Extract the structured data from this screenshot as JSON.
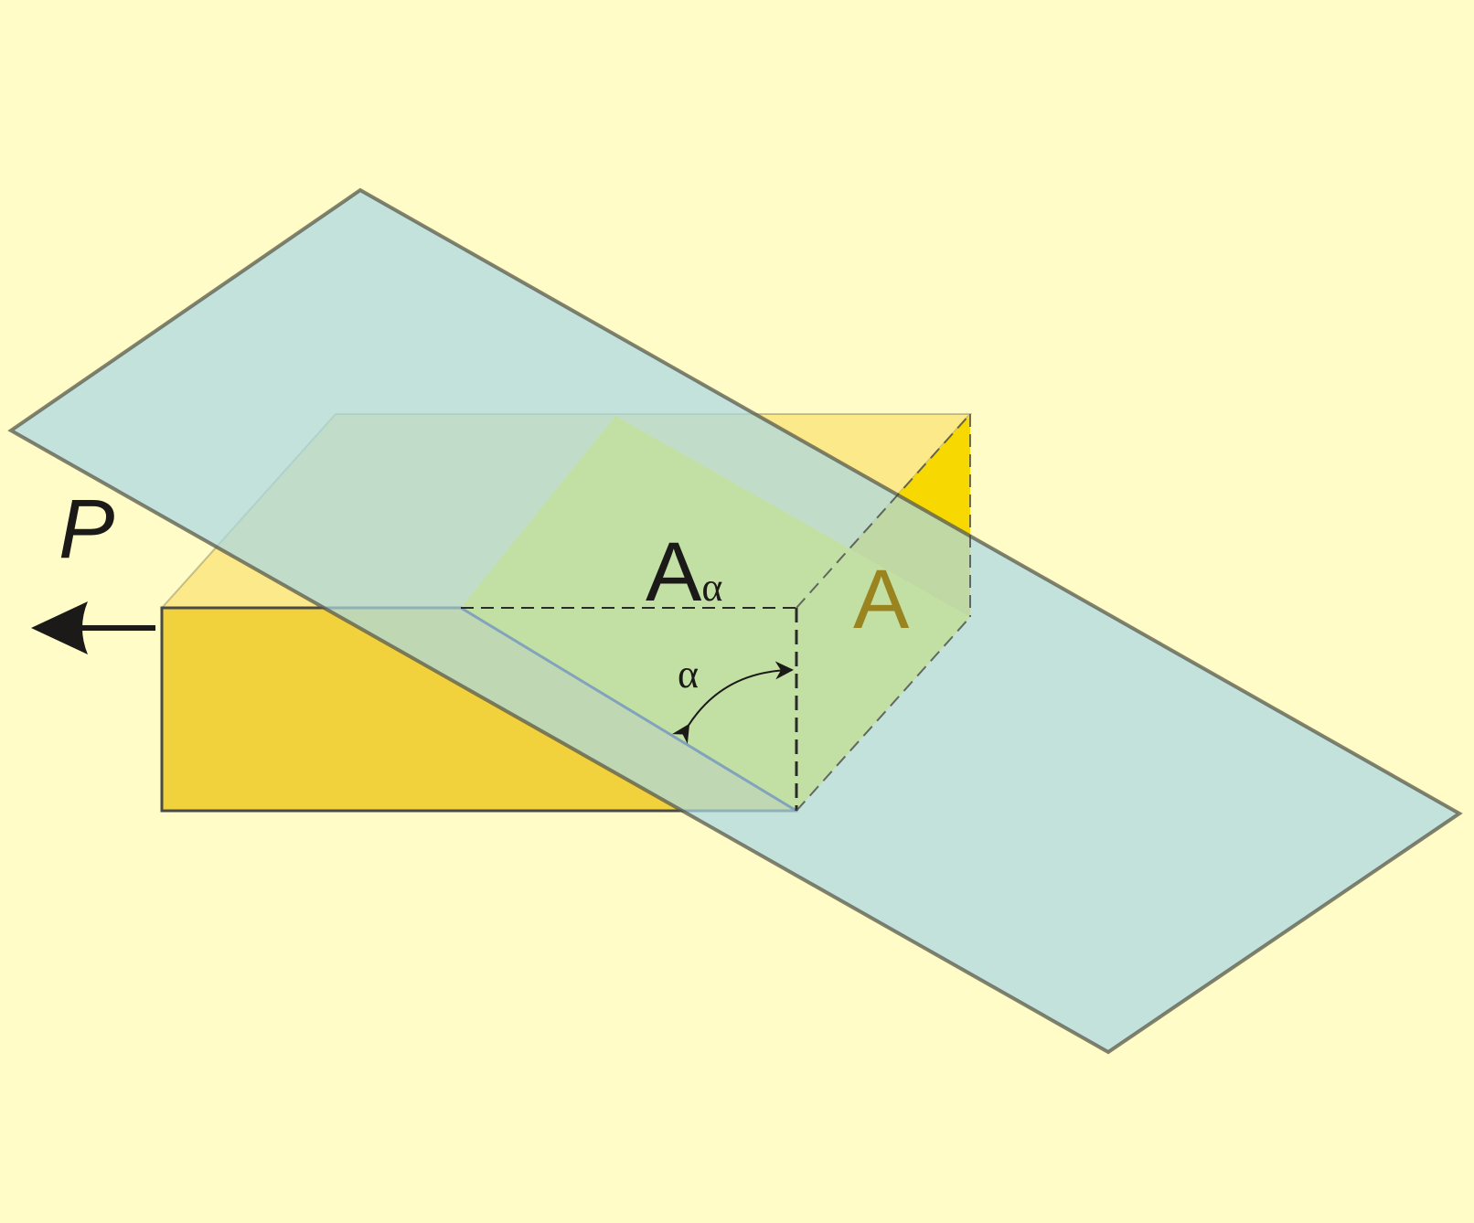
{
  "labels": {
    "force": "P",
    "area_inclined_main": "A",
    "area_inclined_sub": "α",
    "area_normal": "A",
    "angle": "α"
  },
  "colors": {
    "background": "#fffcc8",
    "bar_front": "#f2d23c",
    "bar_top": "#fce98a",
    "bar_end_face": "#f7d800",
    "bar_end_back": "#f5d75a",
    "section_face": "#fff500",
    "cutting_plane": "#aad8e2",
    "outline": "#3a3a3a",
    "ink": "#1c1a18"
  },
  "icons": {
    "force_arrow": "arrow-left-icon",
    "angle_arc": "curved-double-arrow-icon"
  }
}
